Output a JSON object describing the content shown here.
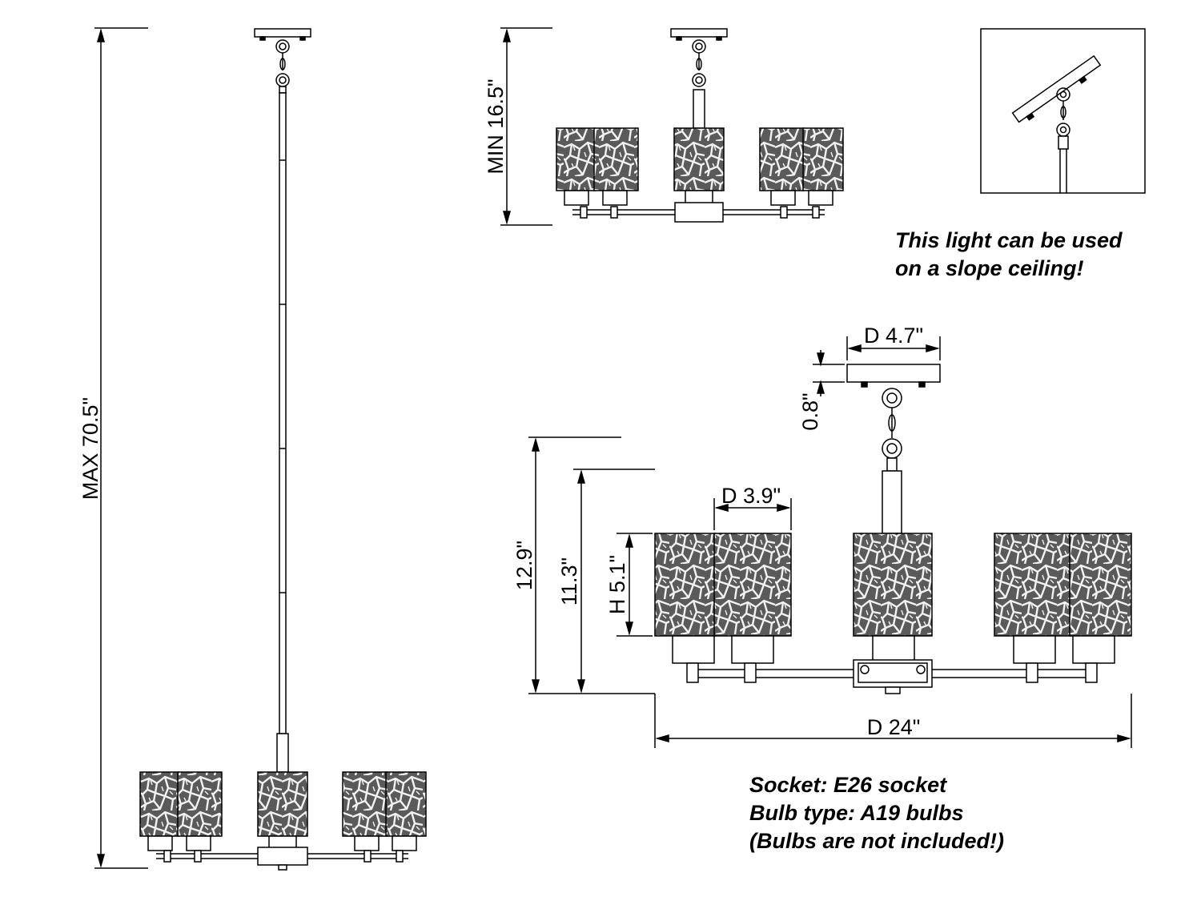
{
  "dimensions": {
    "max_height": "MAX 70.5\"",
    "min_height": "MIN 16.5\"",
    "canopy_diameter": "D 4.7\"",
    "canopy_height": "0.8\"",
    "shade_diameter": "D 3.9\"",
    "shade_height": "H 5.1\"",
    "body_height_total": "12.9\"",
    "body_height_arms": "11.3\"",
    "overall_diameter": "D 24\""
  },
  "slope_note": {
    "line1": "This light can be used",
    "line2": "on a slope ceiling!"
  },
  "specs": {
    "socket": "Socket: E26 socket",
    "bulb": "Bulb type: A19 bulbs",
    "note": "(Bulbs are not included!)"
  }
}
